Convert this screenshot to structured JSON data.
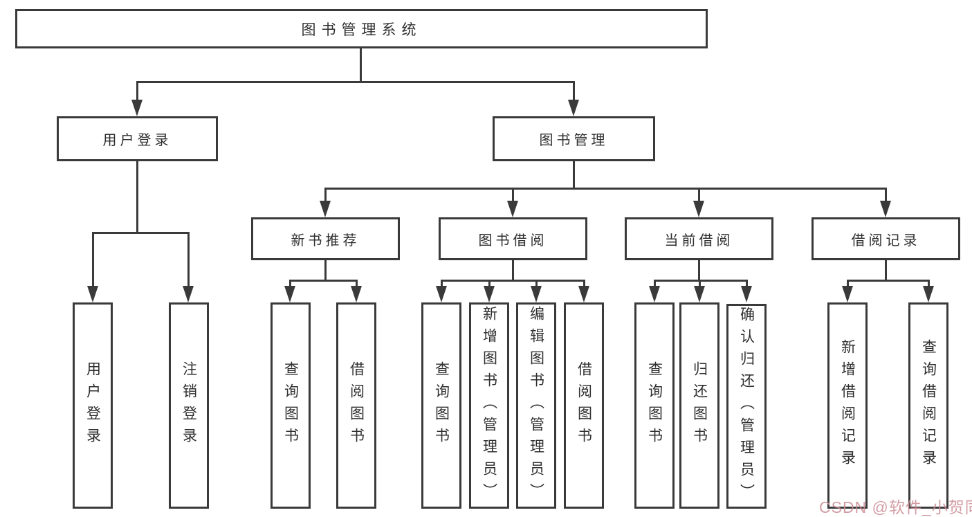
{
  "diagram": {
    "title": "图书管理系统",
    "root": {
      "label": "图书管理系统"
    },
    "level1": [
      {
        "id": "user-login",
        "label": "用户登录",
        "parent": "图书管理系统"
      },
      {
        "id": "book-management",
        "label": "图书管理",
        "parent": "图书管理系统"
      }
    ],
    "level2": [
      {
        "id": "new-book-recommend",
        "label": "新书推荐",
        "parent": "图书管理"
      },
      {
        "id": "book-borrow",
        "label": "图书借阅",
        "parent": "图书管理"
      },
      {
        "id": "current-borrow",
        "label": "当前借阅",
        "parent": "图书管理"
      },
      {
        "id": "borrow-records",
        "label": "借阅记录",
        "parent": "图书管理"
      }
    ],
    "leaves": [
      {
        "label": "用户登录",
        "parent": "用户登录"
      },
      {
        "label": "注销登录",
        "parent": "用户登录"
      },
      {
        "label": "查询图书",
        "parent": "新书推荐"
      },
      {
        "label": "借阅图书",
        "parent": "新书推荐"
      },
      {
        "label": "查询图书",
        "parent": "图书借阅"
      },
      {
        "label": "新增图书（管理员）",
        "parent": "图书借阅"
      },
      {
        "label": "编辑图书（管理员）",
        "parent": "图书借阅"
      },
      {
        "label": "借阅图书",
        "parent": "图书借阅"
      },
      {
        "label": "查询图书",
        "parent": "当前借阅"
      },
      {
        "label": "归还图书",
        "parent": "当前借阅"
      },
      {
        "label": "确认归还（管理员）",
        "parent": "当前借阅"
      },
      {
        "label": "新增借阅记录",
        "parent": "借阅记录"
      },
      {
        "label": "查询借阅记录",
        "parent": "借阅记录"
      }
    ],
    "watermark": "CSDN @软件_小贺同学",
    "colors": {
      "background": "#ffffff",
      "line": "#3a3a3a",
      "box_border": "#3a3a3a",
      "text": "#2f2f2f",
      "watermark": "#cb8c94"
    }
  }
}
